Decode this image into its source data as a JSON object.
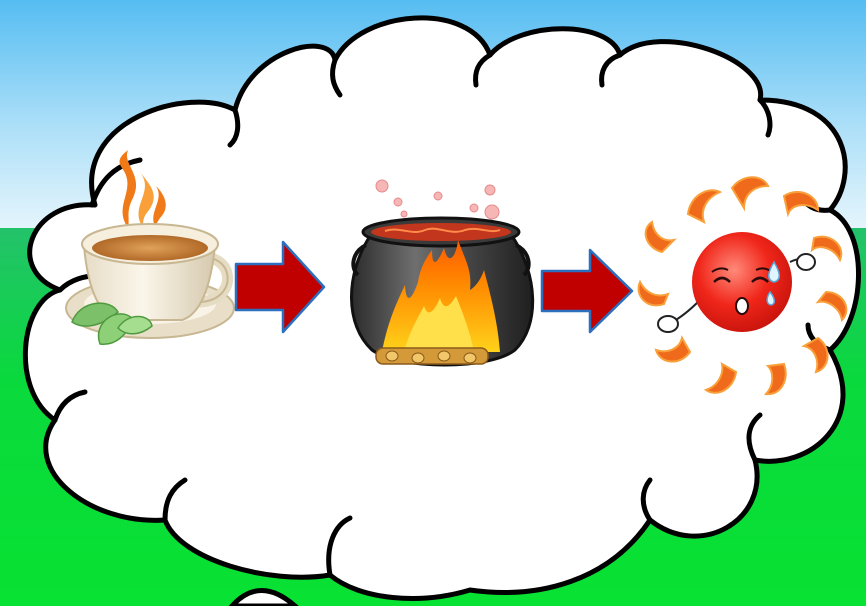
{
  "scene": {
    "background": {
      "sky_colors": [
        "#56bdf2",
        "#aee0f8",
        "#e8f6fc"
      ],
      "grass_colors": [
        "#23c26a",
        "#0ad93d",
        "#08e232"
      ]
    },
    "thought_bubble": {
      "fill": "#ffffff",
      "outline": "#000000"
    },
    "sequence": [
      {
        "item": "tea-cup",
        "icon": "tea-cup-icon"
      },
      {
        "item": "arrow",
        "icon": "arrow-right-icon",
        "color": "#c00000",
        "outline": "#2d6fbf"
      },
      {
        "item": "boiling-pot",
        "icon": "boiling-pot-icon"
      },
      {
        "item": "arrow",
        "icon": "arrow-right-icon",
        "color": "#c00000",
        "outline": "#2d6fbf"
      },
      {
        "item": "hot-sun",
        "icon": "sweating-sun-icon"
      }
    ]
  }
}
